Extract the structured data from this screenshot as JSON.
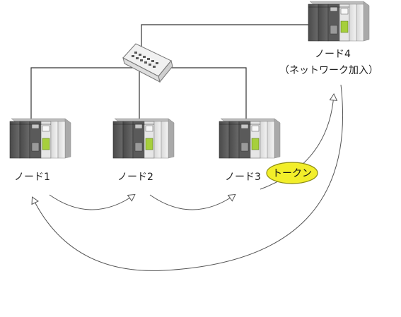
{
  "nodes": [
    {
      "label": "ノード1"
    },
    {
      "label": "ノード2"
    },
    {
      "label": "ノード3"
    },
    {
      "label": "ノード4",
      "sublabel": "（ネットワーク加入）"
    }
  ],
  "token": {
    "label": "トークン",
    "color": "#f2ee2a",
    "stroke": "#8a8a10"
  },
  "colors": {
    "line": "#333333",
    "arrow": "#555555"
  }
}
